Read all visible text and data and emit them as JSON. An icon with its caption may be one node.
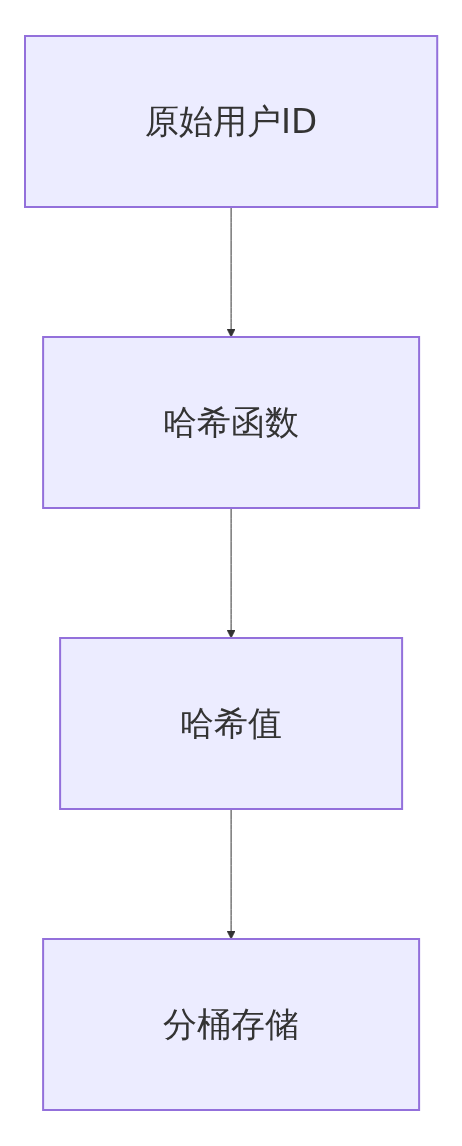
{
  "diagram": {
    "nodes": [
      {
        "text": [
          "原始用户ID"
        ]
      },
      {
        "text": [
          "哈希函数"
        ]
      },
      {
        "text": [
          "哈希值"
        ]
      },
      {
        "text": [
          "分桶存储"
        ]
      }
    ],
    "edges": [
      {
        "from": 0,
        "to": 1,
        "arrow": "to"
      },
      {
        "from": 1,
        "to": 2,
        "arrow": "to"
      },
      {
        "from": 2,
        "to": 3,
        "arrow": "to"
      }
    ]
  }
}
